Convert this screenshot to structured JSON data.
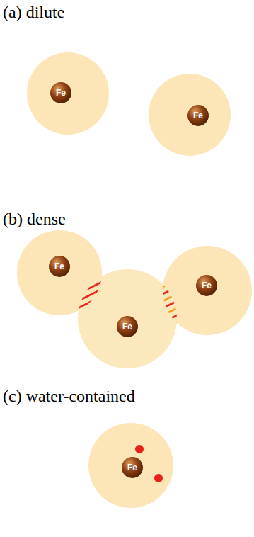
{
  "diagram": {
    "nodes": [
      {
        "text": [
          "Fe"
        ]
      },
      {
        "text": [
          "Fe"
        ]
      },
      {
        "text": [
          "Fe"
        ]
      },
      {
        "text": [
          "Fe"
        ]
      },
      {
        "text": [
          "Fe"
        ]
      },
      {
        "text": [
          "Fe"
        ]
      }
    ],
    "labels": [
      "(a) dilute",
      "(b) dense",
      "(c) water-contained"
    ]
  }
}
